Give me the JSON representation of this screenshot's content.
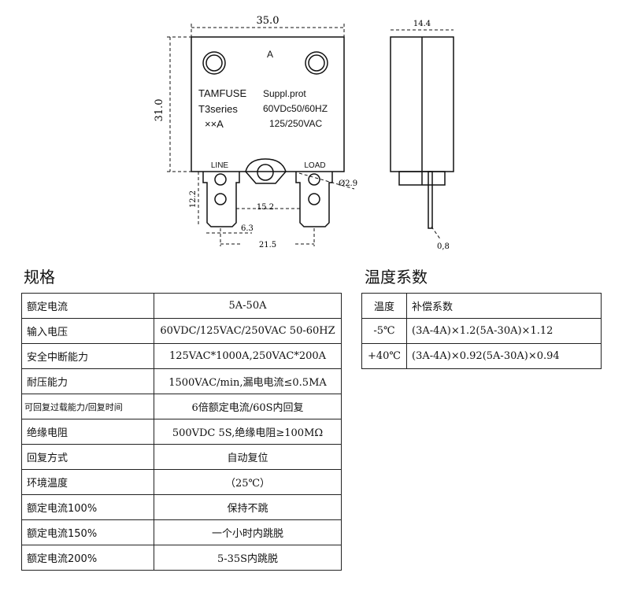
{
  "drawing": {
    "width_dim": "35.0",
    "height_dim": "31.0",
    "side_width_dim": "14.4",
    "tab_height_dim": "12.2",
    "tab_gap_dim": "15.2",
    "tab_width_dim": "6.3",
    "tab_pitch_dim": "21.5",
    "hole_dim": "Ø2.9",
    "pin_dim": "0,8",
    "label_a": "A",
    "brand": "TAMFUSE",
    "series": "T3series",
    "rating": "××A",
    "supp": "Suppl.prot",
    "volt1": "60VDc50/60HZ",
    "volt2": "125/250VAC",
    "line": "LINE",
    "load": "LOAD"
  },
  "spec": {
    "title": "规格",
    "rows": [
      {
        "k": "额定电流",
        "v": "5A-50A"
      },
      {
        "k": "输入电压",
        "v": "60VDC/125VAC/250VAC 50-60HZ"
      },
      {
        "k": "安全中断能力",
        "v": "125VAC*1000A,250VAC*200A"
      },
      {
        "k": "耐压能力",
        "v": "1500VAC/min,漏电电流≤0.5MA"
      },
      {
        "k": "可回复过载能力/回复时间",
        "v": "6倍额定电流/60S内回复"
      },
      {
        "k": "绝缘电阻",
        "v": "500VDC 5S,绝缘电阻≥100MΩ"
      },
      {
        "k": "回复方式",
        "v": "自动复位"
      },
      {
        "k": "环境温度",
        "v": "（25℃）"
      },
      {
        "k": "额定电流100%",
        "v": "保持不跳"
      },
      {
        "k": "额定电流150%",
        "v": "一个小时内跳脱"
      },
      {
        "k": "额定电流200%",
        "v": "5-35S内跳脱"
      }
    ]
  },
  "temp": {
    "title": "温度系数",
    "header": {
      "k": "温度",
      "v": "补偿系数"
    },
    "rows": [
      {
        "k": "-5℃",
        "v": "(3A-4A)×1.2(5A-30A)×1.12"
      },
      {
        "k": "+40℃",
        "v": "(3A-4A)×0.92(5A-30A)×0.94"
      }
    ]
  }
}
